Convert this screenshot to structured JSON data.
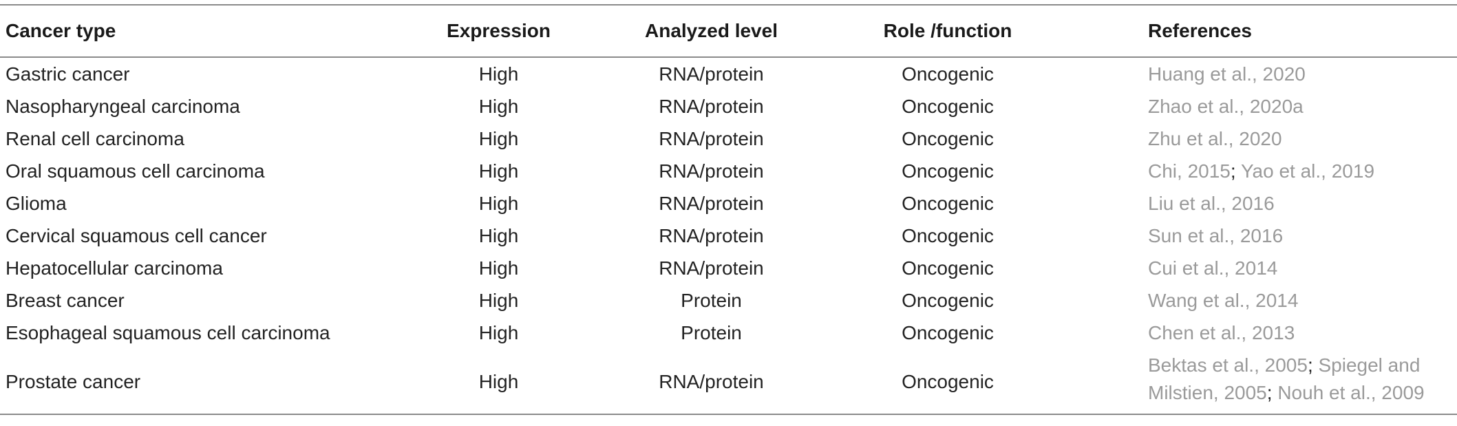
{
  "table": {
    "headers": [
      "Cancer type",
      "Expression",
      "Analyzed level",
      "Role /function",
      "References"
    ],
    "rows": [
      {
        "cancer": "Gastric cancer",
        "expression": "High",
        "level": "RNA/protein",
        "role": "Oncogenic",
        "refs": [
          "Huang et al., 2020"
        ]
      },
      {
        "cancer": "Nasopharyngeal carcinoma",
        "expression": "High",
        "level": "RNA/protein",
        "role": "Oncogenic",
        "refs": [
          "Zhao et al., 2020a"
        ]
      },
      {
        "cancer": "Renal cell carcinoma",
        "expression": "High",
        "level": "RNA/protein",
        "role": "Oncogenic",
        "refs": [
          "Zhu et al., 2020"
        ]
      },
      {
        "cancer": "Oral squamous cell carcinoma",
        "expression": "High",
        "level": "RNA/protein",
        "role": "Oncogenic",
        "refs": [
          "Chi, 2015",
          "Yao et al., 2019"
        ]
      },
      {
        "cancer": "Glioma",
        "expression": "High",
        "level": "RNA/protein",
        "role": "Oncogenic",
        "refs": [
          "Liu et al., 2016"
        ]
      },
      {
        "cancer": "Cervical squamous cell cancer",
        "expression": "High",
        "level": "RNA/protein",
        "role": "Oncogenic",
        "refs": [
          "Sun et al., 2016"
        ]
      },
      {
        "cancer": "Hepatocellular carcinoma",
        "expression": "High",
        "level": "RNA/protein",
        "role": "Oncogenic",
        "refs": [
          "Cui et al., 2014"
        ]
      },
      {
        "cancer": "Breast cancer",
        "expression": "High",
        "level": "Protein",
        "role": "Oncogenic",
        "refs": [
          "Wang et al., 2014"
        ]
      },
      {
        "cancer": "Esophageal squamous cell carcinoma",
        "expression": "High",
        "level": "Protein",
        "role": "Oncogenic",
        "refs": [
          "Chen et al., 2013"
        ]
      },
      {
        "cancer": "Prostate cancer",
        "expression": "High",
        "level": "RNA/protein",
        "role": "Oncogenic",
        "refs": [
          "Bektas et al., 2005",
          "Spiegel and Milstien, 2005",
          "Nouh et al., 2009"
        ]
      }
    ],
    "ref_separator": "; ",
    "colors": {
      "text": "#222222",
      "reference_link": "#9a9a9a",
      "rule": "#8a8a8a"
    }
  }
}
